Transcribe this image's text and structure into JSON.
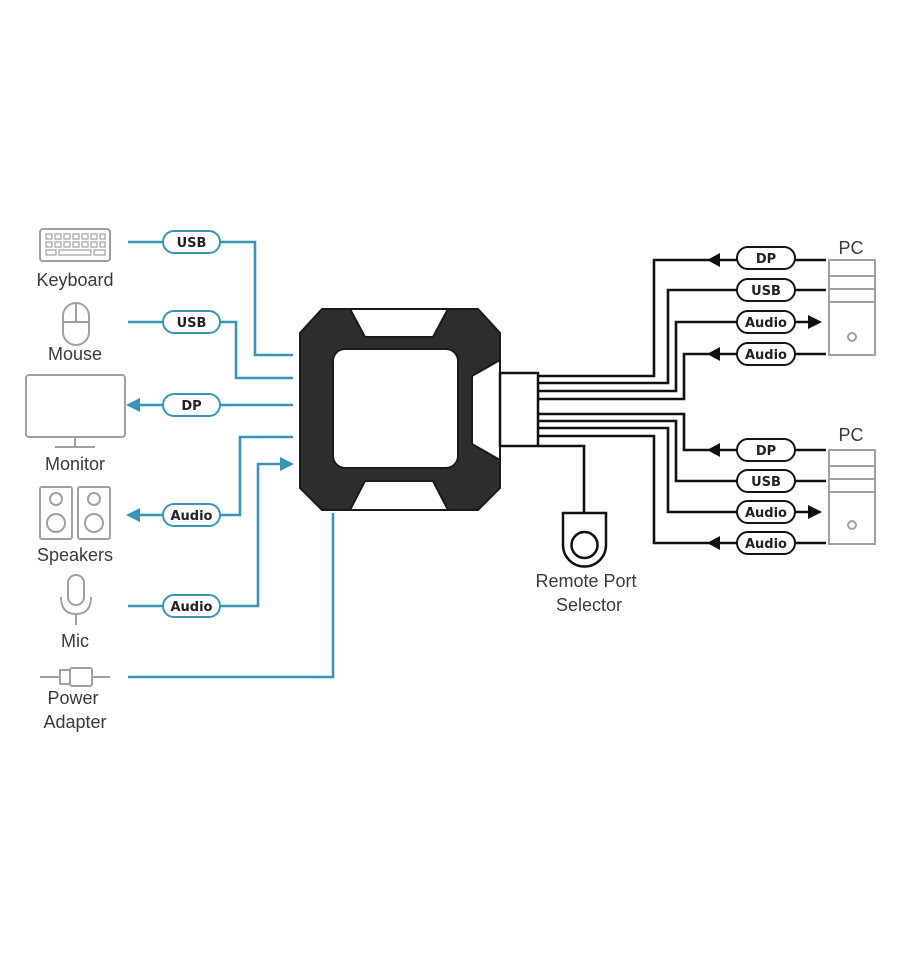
{
  "colors": {
    "console_wire": "#3c93b8",
    "pc_wire": "#111111",
    "icon_gray": "#a0a0a0",
    "switch_body": "#2d2d2d"
  },
  "console_devices": {
    "keyboard": "Keyboard",
    "mouse": "Mouse",
    "monitor": "Monitor",
    "speakers": "Speakers",
    "mic": "Mic",
    "power_line1": "Power",
    "power_line2": "Adapter"
  },
  "console_cables": {
    "keyboard": "USB",
    "mouse": "USB",
    "monitor": "DP",
    "speakers": "Audio",
    "mic": "Audio"
  },
  "pcs": {
    "pc1_label": "PC",
    "pc2_label": "PC",
    "pc1_cables": [
      "DP",
      "USB",
      "Audio",
      "Audio"
    ],
    "pc2_cables": [
      "DP",
      "USB",
      "Audio",
      "Audio"
    ]
  },
  "remote": {
    "line1": "Remote Port",
    "line2": "Selector"
  },
  "icons": {
    "keyboard": "keyboard-icon",
    "mouse": "mouse-icon",
    "monitor": "monitor-icon",
    "speakers": "speakers-icon",
    "mic": "microphone-icon",
    "power": "power-plug-icon",
    "pc": "desktop-tower-icon",
    "remote": "remote-button-icon"
  }
}
